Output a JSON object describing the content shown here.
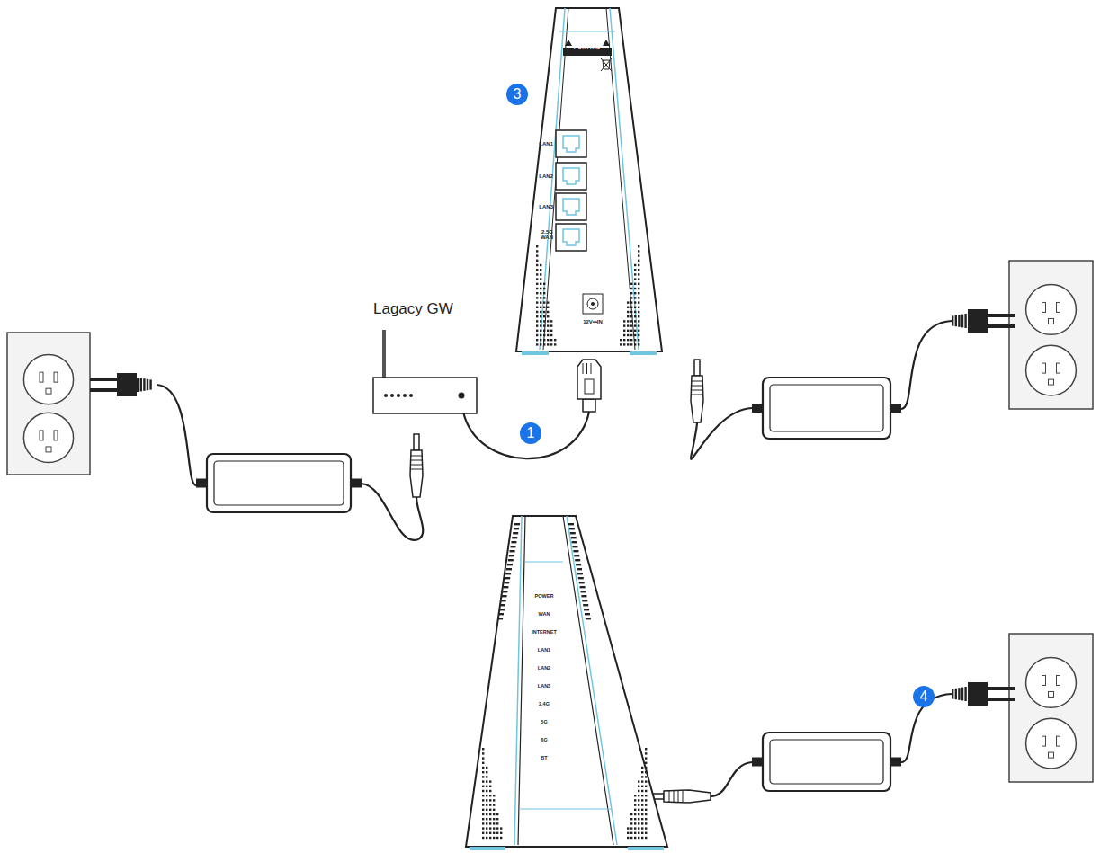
{
  "diagram": {
    "nodes": [
      {
        "text": [
          "LAN1",
          "LAN2",
          "LAN3",
          "2.5G WAN",
          "12V⎓IN"
        ]
      },
      {
        "text": [
          "Lagacy GW"
        ]
      },
      {
        "text": [
          "POWER",
          "WAN",
          "INTERNET",
          "LAN1",
          "LAN2",
          "LAN3",
          "2.4G",
          "5G",
          "6G",
          "BT"
        ]
      }
    ],
    "labels": [
      "3",
      "1",
      "4",
      "CAUTION"
    ]
  }
}
